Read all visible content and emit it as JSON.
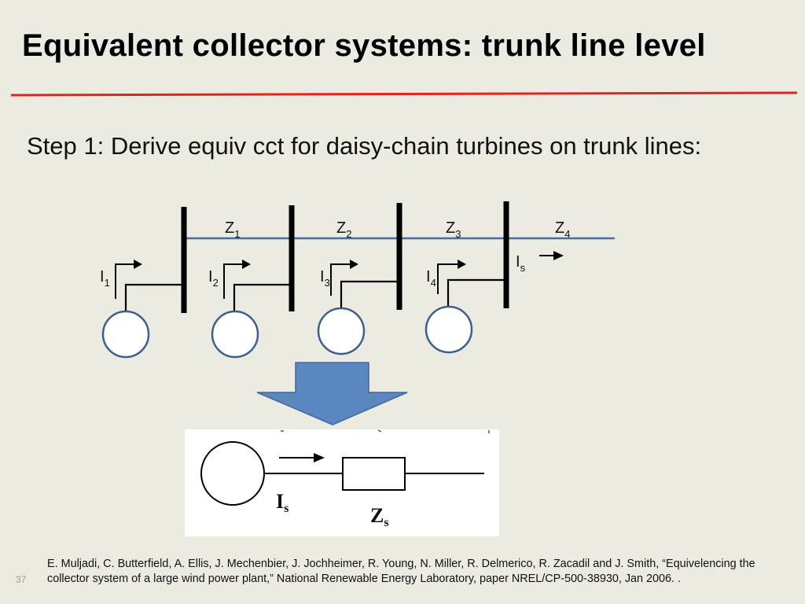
{
  "slide": {
    "title": "Equivalent collector systems: trunk line level",
    "step_text": "Step 1: Derive equiv cct for daisy-chain turbines on trunk lines:",
    "slide_number": "37",
    "citation": "E. Muljadi, C. Butterfield, A. Ellis, J. Mechenbier, J. Jochheimer, R. Young, N. Miller, R. Delmerico, R. Zacadil and J. Smith, “Equivelencing the collector system of a large wind power plant,” National Renewable Energy Laboratory, paper NREL/CP-500-38930, Jan 2006. ."
  },
  "colors": {
    "title_rule": "#e3231c",
    "trunk_line": "#4a6d99",
    "source_circle": "#3e5f8a",
    "arrow_fill": "#5b87c1",
    "background": "#ecebe2"
  },
  "trunk_diagram": {
    "impedances": [
      {
        "base": "Z",
        "sub": "1"
      },
      {
        "base": "Z",
        "sub": "2"
      },
      {
        "base": "Z",
        "sub": "3"
      },
      {
        "base": "Z",
        "sub": "4"
      }
    ],
    "currents": [
      {
        "base": "I",
        "sub": "1"
      },
      {
        "base": "I",
        "sub": "2"
      },
      {
        "base": "I",
        "sub": "3"
      },
      {
        "base": "I",
        "sub": "4"
      }
    ],
    "output_current": {
      "base": "I",
      "sub": "s"
    }
  },
  "equivalent_circuit": {
    "current": {
      "base": "I",
      "sub": "s"
    },
    "impedance": {
      "base": "Z",
      "sub": "s"
    }
  }
}
